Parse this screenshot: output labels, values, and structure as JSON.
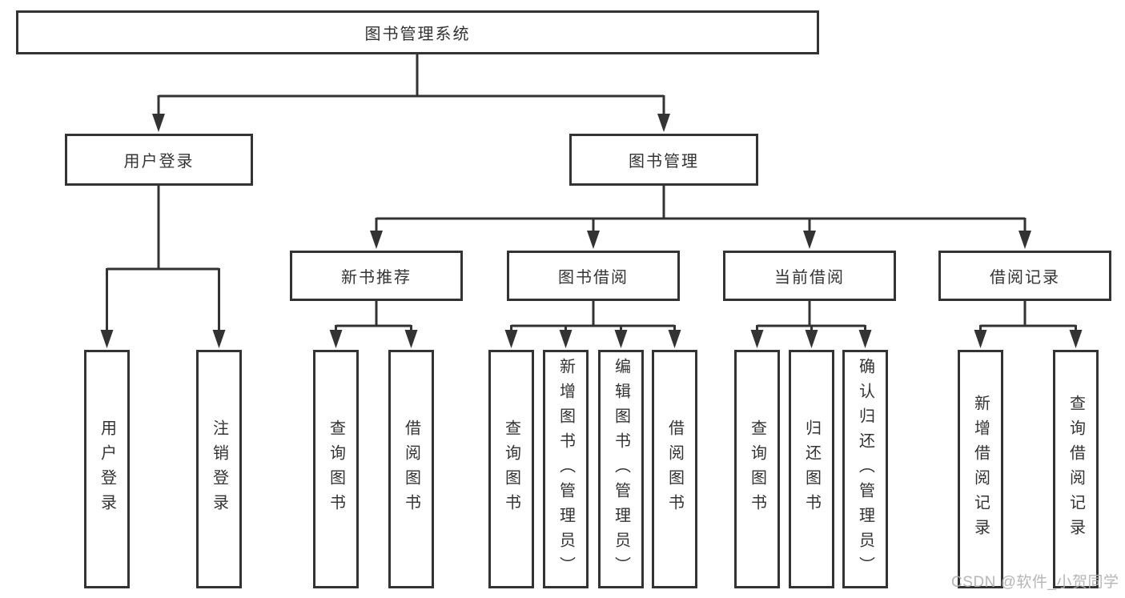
{
  "tree": {
    "label": "图书管理系统",
    "children": [
      {
        "label": "用户登录",
        "children": [
          {
            "label": "用户登录"
          },
          {
            "label": "注销登录"
          }
        ]
      },
      {
        "label": "图书管理",
        "children": [
          {
            "label": "新书推荐",
            "children": [
              {
                "label": "查询图书"
              },
              {
                "label": "借阅图书"
              }
            ]
          },
          {
            "label": "图书借阅",
            "children": [
              {
                "label": "查询图书"
              },
              {
                "label": "新增图书（管理员）"
              },
              {
                "label": "编辑图书（管理员）"
              },
              {
                "label": "借阅图书"
              }
            ]
          },
          {
            "label": "当前借阅",
            "children": [
              {
                "label": "查询图书"
              },
              {
                "label": "归还图书"
              },
              {
                "label": "确认归还（管理员）"
              }
            ]
          },
          {
            "label": "借阅记录",
            "children": [
              {
                "label": "新增借阅记录"
              },
              {
                "label": "查询借阅记录"
              }
            ]
          }
        ]
      }
    ]
  },
  "watermark": "CSDN @软件_小贺同学",
  "colors": {
    "line": "#333333",
    "box_border": "#333333",
    "text": "#333333",
    "watermark_text": "#b0b0b0",
    "background": "#ffffff"
  }
}
